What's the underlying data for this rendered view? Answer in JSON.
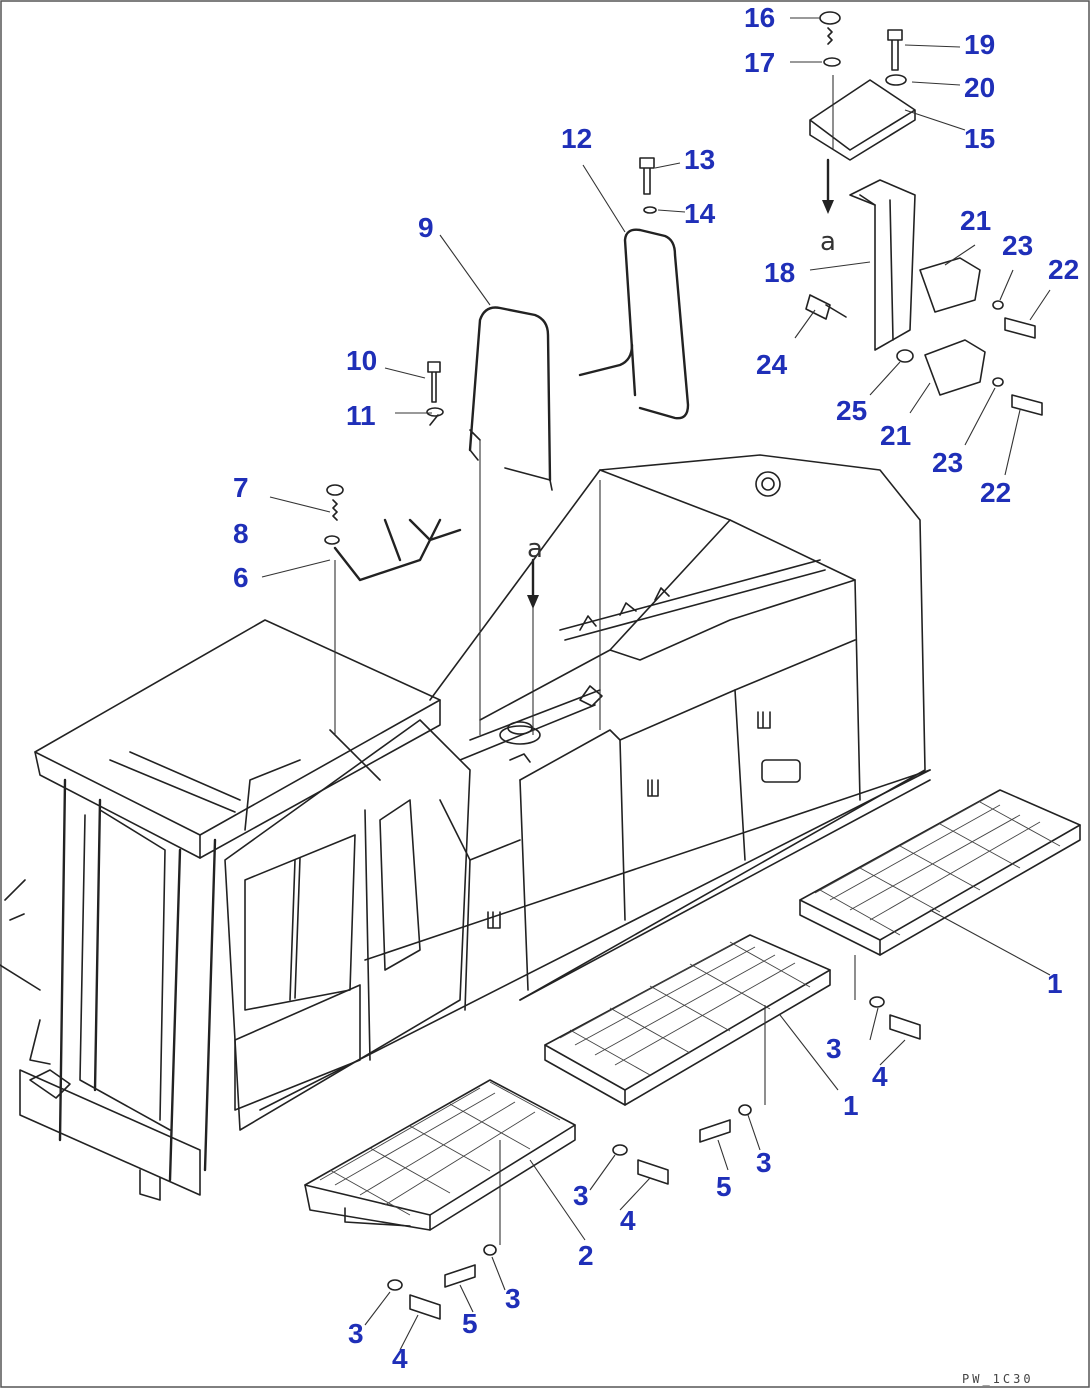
{
  "callouts": {
    "c1a": "1",
    "c1b": "1",
    "c2": "2",
    "c3a": "3",
    "c3b": "3",
    "c3c": "3",
    "c3d": "3",
    "c3e": "3",
    "c4a": "4",
    "c4b": "4",
    "c4c": "4",
    "c5a": "5",
    "c5b": "5",
    "c6": "6",
    "c7": "7",
    "c8": "8",
    "c9": "9",
    "c10": "10",
    "c11": "11",
    "c12": "12",
    "c13": "13",
    "c14": "14",
    "c15": "15",
    "c16": "16",
    "c17": "17",
    "c18": "18",
    "c19": "19",
    "c20": "20",
    "c21a": "21",
    "c21b": "21",
    "c22a": "22",
    "c22b": "22",
    "c23a": "23",
    "c23b": "23",
    "c24": "24",
    "c25": "25"
  },
  "view_refs": {
    "upper": "a",
    "lower": "a"
  },
  "drawing_code": "PW_1C30",
  "colors": {
    "callout": "#1f2fb8",
    "line": "#222222"
  }
}
